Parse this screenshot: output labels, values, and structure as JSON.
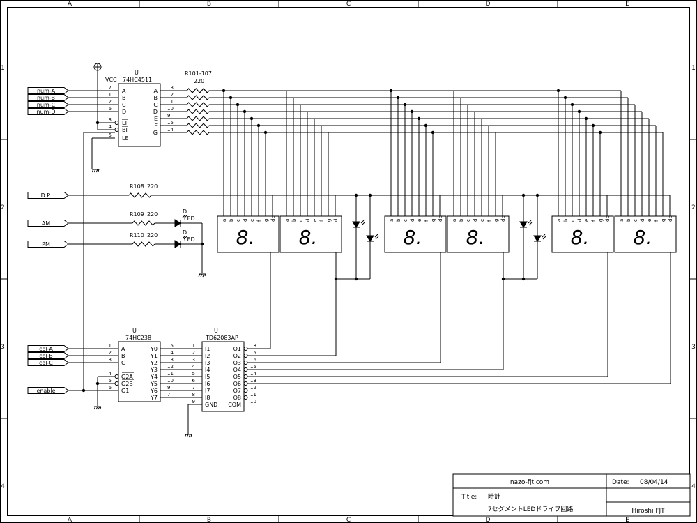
{
  "border": {
    "columns": [
      "A",
      "B",
      "C",
      "D",
      "E"
    ],
    "rows": [
      "1",
      "2",
      "3",
      "4"
    ]
  },
  "vcc_label": "VCC",
  "u_decoder": {
    "ref": "U",
    "part": "74HC4511",
    "left_pins": [
      {
        "num": "7",
        "name": "A"
      },
      {
        "num": "1",
        "name": "B"
      },
      {
        "num": "2",
        "name": "C"
      },
      {
        "num": "6",
        "name": "D"
      },
      {
        "num": "3",
        "name": "LT"
      },
      {
        "num": "4",
        "name": "BI"
      },
      {
        "num": "5",
        "name": "LE"
      }
    ],
    "right_pins": [
      {
        "num": "13",
        "name": "A"
      },
      {
        "num": "12",
        "name": "B"
      },
      {
        "num": "11",
        "name": "C"
      },
      {
        "num": "10",
        "name": "D"
      },
      {
        "num": "9",
        "name": "E"
      },
      {
        "num": "15",
        "name": "F"
      },
      {
        "num": "14",
        "name": "G"
      }
    ]
  },
  "resistor_array": {
    "ref": "R101-107",
    "value": "220"
  },
  "r108": {
    "ref": "R108",
    "value": "220"
  },
  "r109": {
    "ref": "R109",
    "value": "220"
  },
  "r110": {
    "ref": "R110",
    "value": "220"
  },
  "led_label": {
    "d": "D",
    "led": "LED"
  },
  "ports_num": [
    "num-A",
    "num-B",
    "num-C",
    "num-D"
  ],
  "port_dp": "D.P.",
  "port_am": "AM",
  "port_pm": "PM",
  "ports_col": [
    "col-A",
    "col-B",
    "col-C"
  ],
  "port_enable": "enable",
  "seg_pin_labels": [
    "a",
    "b",
    "c",
    "d",
    "e",
    "f",
    "g",
    "dp"
  ],
  "seg_glyph": "8.",
  "u_demux": {
    "ref": "U",
    "part": "74HC238",
    "left_pins": [
      {
        "num": "1",
        "name": "A"
      },
      {
        "num": "2",
        "name": "B"
      },
      {
        "num": "3",
        "name": "C"
      },
      {
        "num": "4",
        "name": "G2A"
      },
      {
        "num": "5",
        "name": "G2B"
      },
      {
        "num": "6",
        "name": "G1"
      }
    ],
    "right_pins": [
      {
        "num": "15",
        "name": "Y0"
      },
      {
        "num": "14",
        "name": "Y1"
      },
      {
        "num": "13",
        "name": "Y2"
      },
      {
        "num": "12",
        "name": "Y3"
      },
      {
        "num": "11",
        "name": "Y4"
      },
      {
        "num": "10",
        "name": "Y5"
      },
      {
        "num": "9",
        "name": "Y6"
      },
      {
        "num": "7",
        "name": "Y7"
      }
    ]
  },
  "u_driver": {
    "ref": "U",
    "part": "TD62083AP",
    "left_pins": [
      {
        "num": "1",
        "name": "I1"
      },
      {
        "num": "2",
        "name": "I2"
      },
      {
        "num": "3",
        "name": "I3"
      },
      {
        "num": "4",
        "name": "I4"
      },
      {
        "num": "5",
        "name": "I5"
      },
      {
        "num": "6",
        "name": "I6"
      },
      {
        "num": "7",
        "name": "I7"
      },
      {
        "num": "8",
        "name": "I8"
      },
      {
        "num": "9",
        "name": "GND"
      }
    ],
    "right_pins": [
      {
        "num": "18",
        "name": "Q1"
      },
      {
        "num": "15",
        "name": "Q2"
      },
      {
        "num": "16",
        "name": "Q3"
      },
      {
        "num": "15",
        "name": "Q4"
      },
      {
        "num": "14",
        "name": "Q5"
      },
      {
        "num": "13",
        "name": "Q6"
      },
      {
        "num": "12",
        "name": "Q7"
      },
      {
        "num": "11",
        "name": "Q8"
      },
      {
        "num": "10",
        "name": "COM"
      }
    ]
  },
  "title_block": {
    "site": "nazo-fjt.com",
    "date_label": "Date:",
    "date_value": "08/04/14",
    "title_label": "Title:",
    "title_line1": "時計",
    "title_line2": "7セグメントLEDドライブ回路",
    "author": "Hiroshi FJT"
  }
}
